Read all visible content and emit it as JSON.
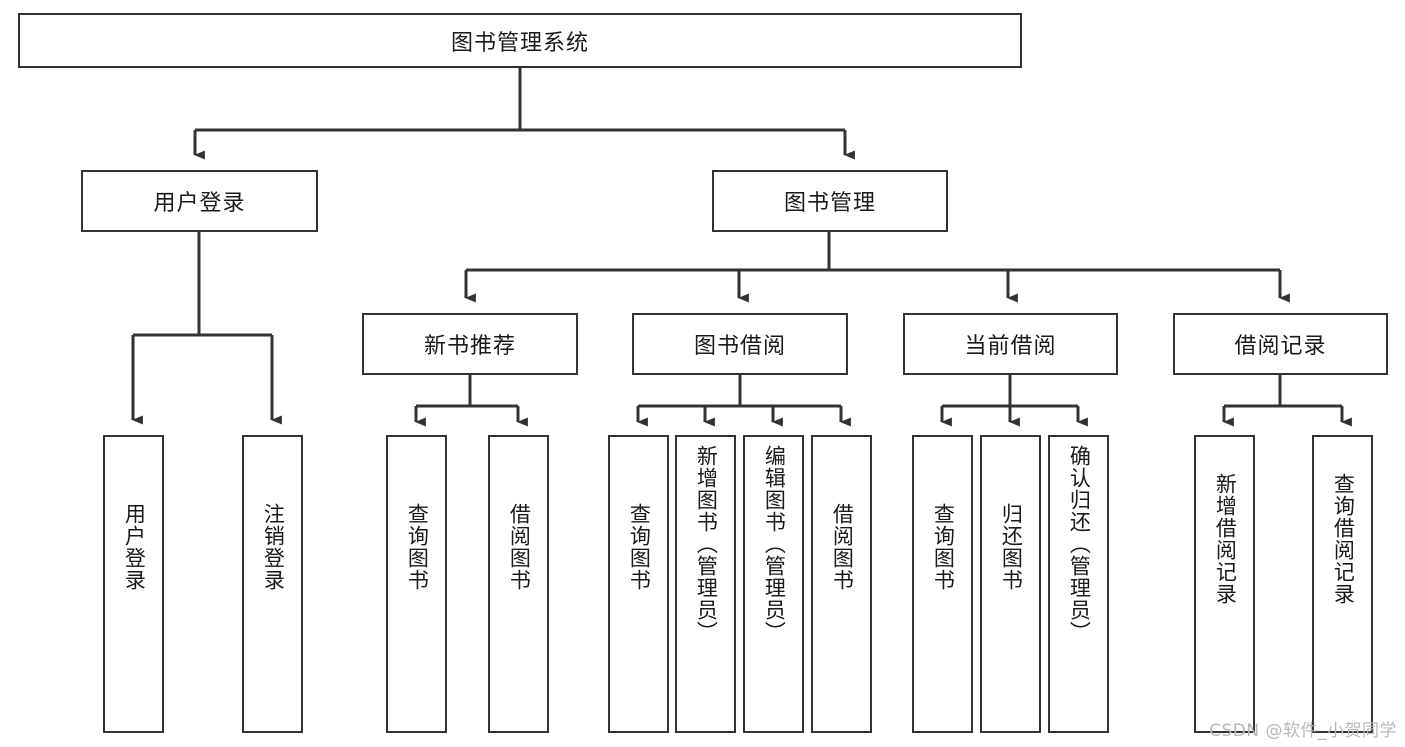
{
  "diagram": {
    "title": "图书管理系统",
    "type": "tree-hierarchy",
    "root": {
      "label": "图书管理系统"
    },
    "level2": [
      {
        "label": "用户登录"
      },
      {
        "label": "图书管理"
      }
    ],
    "level3": [
      {
        "label": "新书推荐"
      },
      {
        "label": "图书借阅"
      },
      {
        "label": "当前借阅"
      },
      {
        "label": "借阅记录"
      }
    ],
    "leaves": {
      "user_login": [
        {
          "label": "用户登录"
        },
        {
          "label": "注销登录"
        }
      ],
      "new_book_recommend": [
        {
          "label": "查询图书"
        },
        {
          "label": "借阅图书"
        }
      ],
      "book_borrow": [
        {
          "label": "查询图书"
        },
        {
          "label": "新增图书（管理员）"
        },
        {
          "label": "编辑图书（管理员）"
        },
        {
          "label": "借阅图书"
        }
      ],
      "current_borrow": [
        {
          "label": "查询图书"
        },
        {
          "label": "归还图书"
        },
        {
          "label": "确认归还（管理员）"
        }
      ],
      "borrow_record": [
        {
          "label": "新增借阅记录"
        },
        {
          "label": "查询借阅记录"
        }
      ]
    }
  },
  "watermark": {
    "text": "CSDN @软件_小贺同学"
  },
  "colors": {
    "box_border": "#333333",
    "box_fill": "#ffffff",
    "line": "#333333",
    "text": "#1a1a1a",
    "watermark": "#b8b8b8"
  }
}
